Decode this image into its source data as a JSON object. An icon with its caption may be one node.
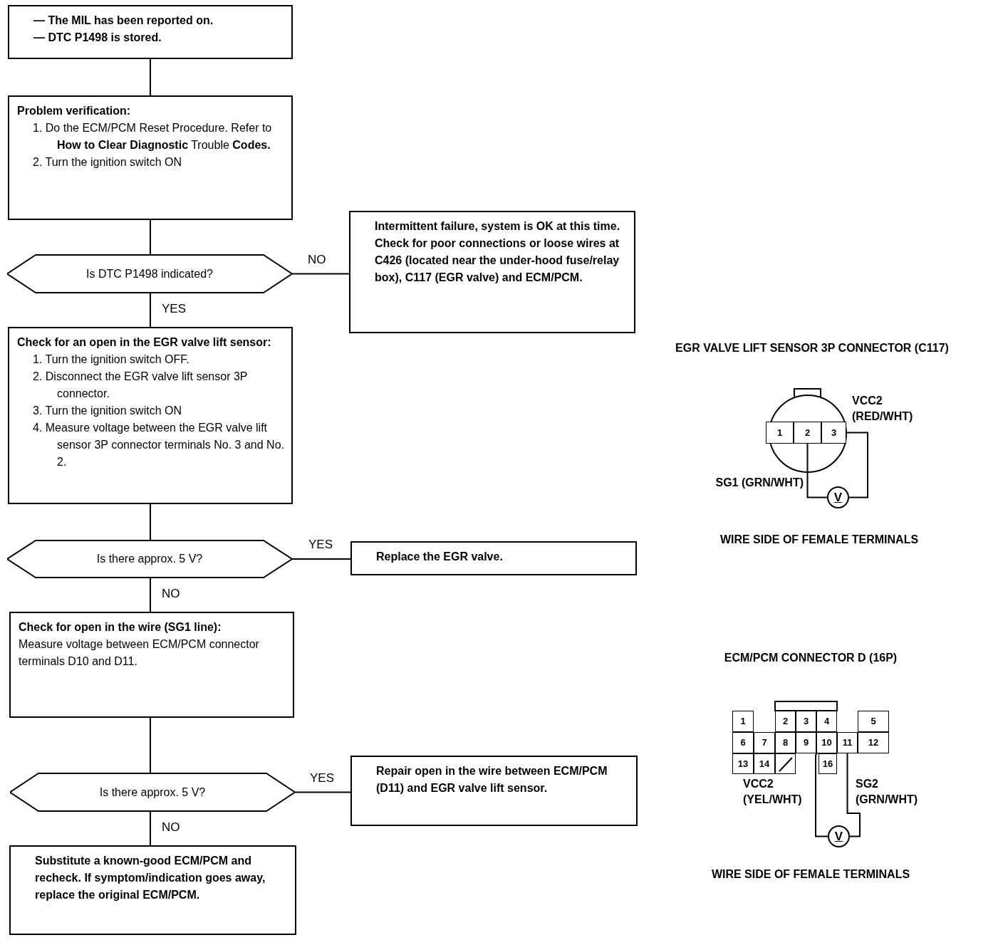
{
  "diagram": {
    "nodes": [
      {
        "text": [
          "— The MIL has been reported on.",
          "— DTC P1498 is stored."
        ]
      },
      {
        "text": [
          "Problem verification:",
          "1. Do the ECM/PCM Reset Procedure. Refer to **How to Clear Diagnostic** Trouble **Codes.**",
          "2. Turn the ignition switch ON"
        ]
      },
      {
        "text": [
          "Is DTC P1498 indicated?"
        ]
      },
      {
        "text": [
          "Intermittent failure, system is OK at this time. Check for poor connections or loose wires at C426 (located near the under-hood fuse/relay box), C117 (EGR valve) and ECM/PCM."
        ]
      },
      {
        "text": [
          "Check for an open in the EGR valve lift sensor:",
          "1. Turn the ignition switch OFF.",
          "2. Disconnect the EGR valve lift sensor 3P connector.",
          "3. Turn the ignition switch ON",
          "4. Measure voltage between the EGR valve lift sensor 3P connector terminals No. 3 and No. 2."
        ]
      },
      {
        "text": [
          "Is there approx. 5 V?"
        ]
      },
      {
        "text": [
          "Replace the EGR valve."
        ]
      },
      {
        "text": [
          "Check for open in the wire (SG1 line):",
          "Measure voltage between ECM/PCM connector terminals D10 and D11."
        ]
      },
      {
        "text": [
          "Is there approx. 5 V?"
        ]
      },
      {
        "text": [
          "Repair open in the wire between ECM/PCM (D11) and EGR valve lift sensor."
        ]
      },
      {
        "text": [
          "Substitute a known-good ECM/PCM and recheck. If symptom/indication goes away, replace the original ECM/PCM."
        ]
      },
      {
        "text": [
          "1"
        ]
      },
      {
        "text": [
          "2"
        ]
      },
      {
        "text": [
          "3"
        ]
      },
      {
        "text": [
          "V"
        ]
      },
      {
        "text": [
          "1"
        ]
      },
      {
        "text": [
          "2"
        ]
      },
      {
        "text": [
          "3"
        ]
      },
      {
        "text": [
          "4"
        ]
      },
      {
        "text": [
          "5"
        ]
      },
      {
        "text": [
          "6"
        ]
      },
      {
        "text": [
          "7"
        ]
      },
      {
        "text": [
          "8"
        ]
      },
      {
        "text": [
          "9"
        ]
      },
      {
        "text": [
          "10"
        ]
      },
      {
        "text": [
          "11"
        ]
      },
      {
        "text": [
          "12"
        ]
      },
      {
        "text": [
          "13"
        ]
      },
      {
        "text": [
          "14"
        ]
      },
      {
        "text": [],
        "shape": "box"
      },
      {
        "text": [
          "16"
        ]
      },
      {
        "text": [
          "V"
        ]
      }
    ],
    "edges": [
      {
        "from": 0,
        "to": 1,
        "arrow": "none"
      },
      {
        "from": 1,
        "to": 2,
        "arrow": "none"
      },
      {
        "from": 2,
        "to": 3,
        "arrow": "none",
        "label": "NO"
      },
      {
        "from": 2,
        "to": 4,
        "arrow": "none",
        "label": "YES"
      },
      {
        "from": 4,
        "to": 5,
        "arrow": "none"
      },
      {
        "from": 5,
        "to": 6,
        "arrow": "none",
        "label": "YES"
      },
      {
        "from": 5,
        "to": 7,
        "arrow": "none",
        "label": "NO"
      },
      {
        "from": 7,
        "to": 8,
        "arrow": "none"
      },
      {
        "from": 8,
        "to": 9,
        "arrow": "none",
        "label": "YES"
      },
      {
        "from": 8,
        "to": 10,
        "arrow": "none",
        "label": "NO"
      },
      {
        "from": 12,
        "to": 14,
        "arrow": "none"
      },
      {
        "from": 13,
        "to": 14,
        "arrow": "none"
      },
      {
        "from": 24,
        "to": 31,
        "arrow": "none"
      },
      {
        "from": 25,
        "to": 31,
        "arrow": "none"
      }
    ],
    "labels": [
      "EGR VALVE LIFT SENSOR 3P CONNECTOR (C117)",
      "VCC2 (RED/WHT)",
      "SG1 (GRN/WHT)",
      "WIRE SIDE OF FEMALE TERMINALS",
      "ECM/PCM CONNECTOR D (16P)",
      "VCC2 (YEL/WHT)",
      "SG2 (GRN/WHT)",
      "WIRE SIDE OF FEMALE TERMINALS"
    ]
  }
}
